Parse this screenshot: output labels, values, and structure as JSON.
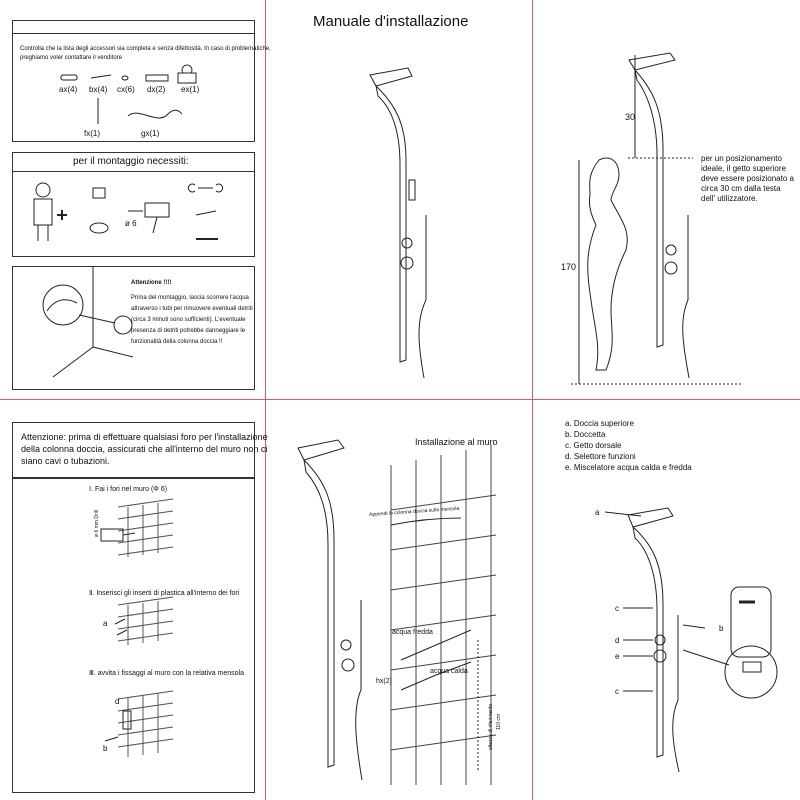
{
  "top_left": {
    "accessories_note": [
      "Controlla che la lista degli accessori sia completa e senza difettosità. In caso di problematiche,",
      "preghiamo voler contattare il venditore"
    ],
    "parts": [
      "ax(4)",
      "bx(4)",
      "cx(6)",
      "dx(2)",
      "ex(1)",
      "fx(1)",
      "gx(1)"
    ],
    "tools_heading": "per il montaggio necessiti:",
    "drill_size": "ø 6",
    "warning_title": "Attenzione !!!!",
    "warning_lines": [
      "Prima del montaggio, lascia scorrere l'acqua",
      "attraverso i tubi per rimuovere eventuali detriti",
      "(circa 3 minuti sono sufficienti). L'eventuale",
      "presenza di detriti potrebbe danneggiare le",
      "funzionalità della colonna doccia !!"
    ]
  },
  "top_center": {
    "title": "Manuale d'installazione"
  },
  "top_right": {
    "dim_30": "30",
    "dim_170": "170",
    "position_note": [
      "per un posizionamento",
      "ideale, il getto superiore",
      "deve essere posizionato a",
      "circa 30 cm dalla testa",
      "dell' utilizzatore."
    ]
  },
  "bottom_left": {
    "attention_lines": [
      "Attenzione: prima di effettuare qualsiasi foro per l'installazione",
      "della colonna doccia, assicurati che all'interno del muro non ci",
      "siano cavi o tubazioni."
    ],
    "step1": "Ⅰ. Fai i fori nel muro (Φ 6)",
    "step1_drill": "ø 6 mm Drill",
    "step2": "Ⅱ. Inserisci gli inserti di plastica all'interno dei fori",
    "step3": "Ⅲ. avvita i fissaggi al muro con la relativa mensola",
    "letter_a": "a",
    "letter_b": "b",
    "letter_d": "d"
  },
  "bottom_center": {
    "heading": "Installazione al muro",
    "hang_note": "Appendi la colonna doccia sulla mensola",
    "cold": "acqua fredda",
    "hot": "acqua calda",
    "hx": "hx(2)",
    "ref_height": [
      "altezza di riferimento",
      "110 cm"
    ]
  },
  "bottom_right": {
    "legend": [
      "a. Doccia superiore",
      "b. Doccetta",
      "c. Getto dorsale",
      "d. Selettore funzioni",
      "e. Miscelatore acqua calda e fredda"
    ],
    "callouts": [
      "a",
      "b",
      "c",
      "d",
      "e",
      "c"
    ]
  }
}
